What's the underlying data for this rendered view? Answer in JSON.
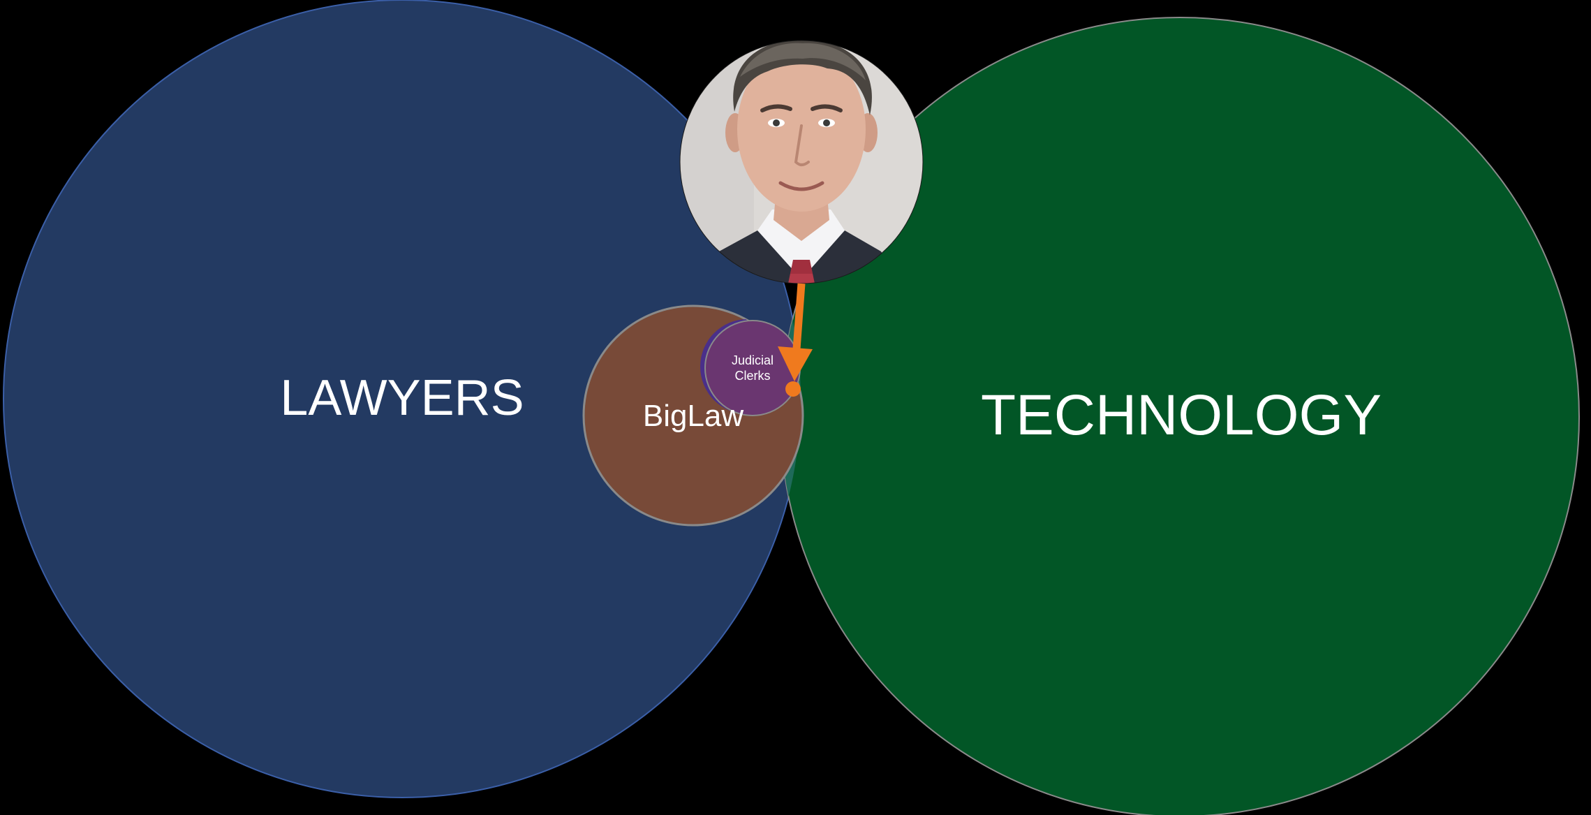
{
  "diagram": {
    "background_color": "#000000",
    "circles": {
      "lawyers": {
        "label": "LAWYERS",
        "fill": "#233a62",
        "stroke": "#3b5fa8"
      },
      "technology": {
        "label": "TECHNOLOGY",
        "fill": "#025626",
        "stroke": "#8a8a8a"
      },
      "biglaw": {
        "label": "BigLaw",
        "fill": "#784a38",
        "stroke": "#8a8a8a"
      },
      "judicial_clerks": {
        "label_line1": "Judicial",
        "label_line2": "Clerks",
        "fill": "#6a3670",
        "stroke": "#8a8a8a"
      },
      "lawyer_tech_overlap_color": "#1f6a5a",
      "clerks_corner_tint": "#4a2f8a"
    },
    "portrait": {
      "subject": "man-in-suit-headshot",
      "background_color": "#d9d6d3"
    },
    "pointer": {
      "icon": "arrow-down-icon",
      "marker": "dot",
      "color": "#f07a1e"
    }
  }
}
